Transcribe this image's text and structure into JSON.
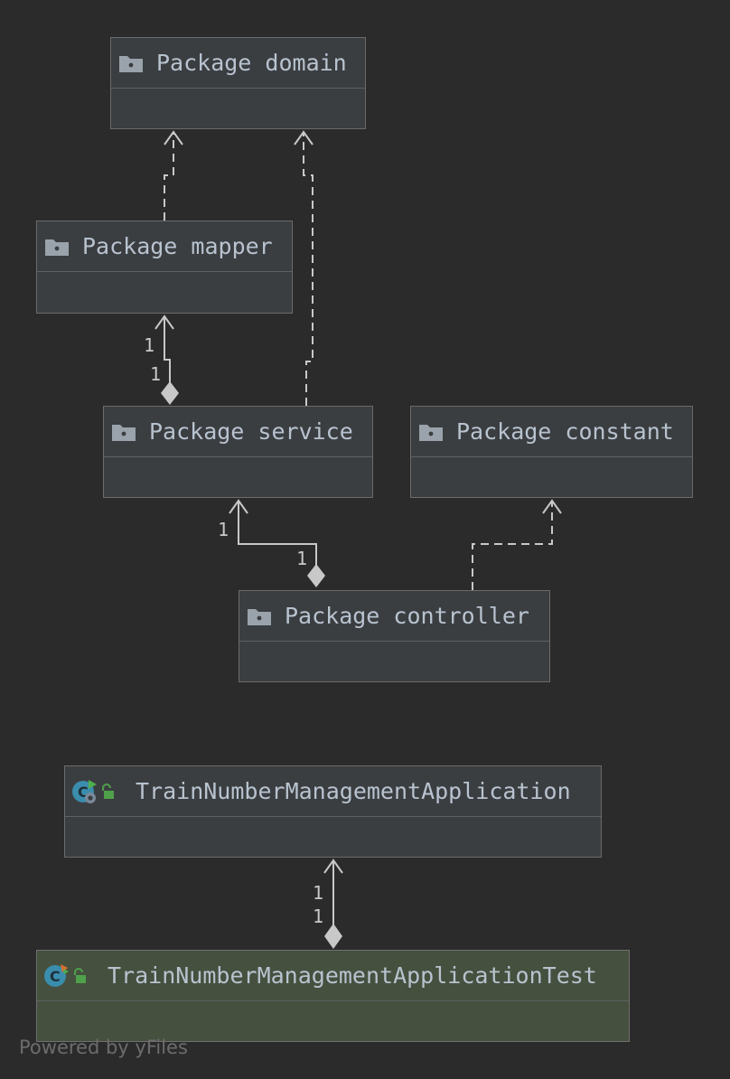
{
  "packages": {
    "domain": "Package domain",
    "mapper": "Package mapper",
    "service": "Package service",
    "constant": "Package constant",
    "controller": "Package controller"
  },
  "classes": {
    "app": "TrainNumberManagementApplication",
    "test": "TrainNumberManagementApplicationTest"
  },
  "multiplicities": {
    "mapper_service_top": "1",
    "mapper_service_bottom": "1",
    "service_controller_top": "1",
    "service_controller_bottom": "1",
    "app_test_top": "1",
    "app_test_bottom": "1"
  },
  "watermark": "Powered by yFiles",
  "colors": {
    "background": "#2b2b2b",
    "node": "#3b3e41",
    "test_node": "#45503f",
    "label": "#b8c3cf",
    "edge": "#c8c8c8"
  }
}
